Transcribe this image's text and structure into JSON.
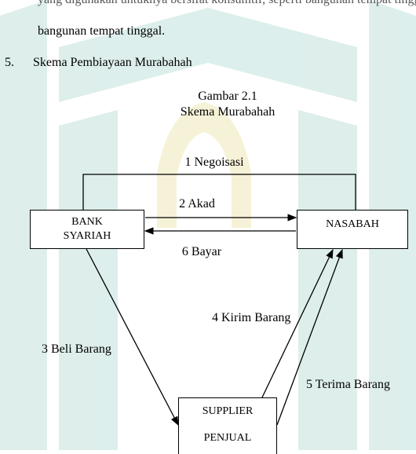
{
  "paragraph": {
    "line1_partial": "yang digunakan untuknya bersifat konsumtif, seperti bangunan tempat tinggal.",
    "line2": "bangunan tempat tinggal."
  },
  "section": {
    "number": "5.",
    "title": "Skema Pembiayaan Murabahah"
  },
  "figure": {
    "label": "Gambar 2.1",
    "caption": "Skema Murabahah"
  },
  "nodes": {
    "bank_line1": "BANK",
    "bank_line2": "SYARIAH",
    "nasabah": "NASABAH",
    "supplier_line1": "SUPPLIER",
    "supplier_line2": "PENJUAL"
  },
  "edges": {
    "negoisasi": "1 Negoisasi",
    "akad": "2 Akad",
    "beli_barang": "3 Beli Barang",
    "kirim_barang": "4 Kirim Barang",
    "terima_barang": "5 Terima Barang",
    "bayar": "6 Bayar"
  },
  "colors": {
    "watermark": "#c8e3df",
    "watermark_accent": "#efe6b8"
  }
}
